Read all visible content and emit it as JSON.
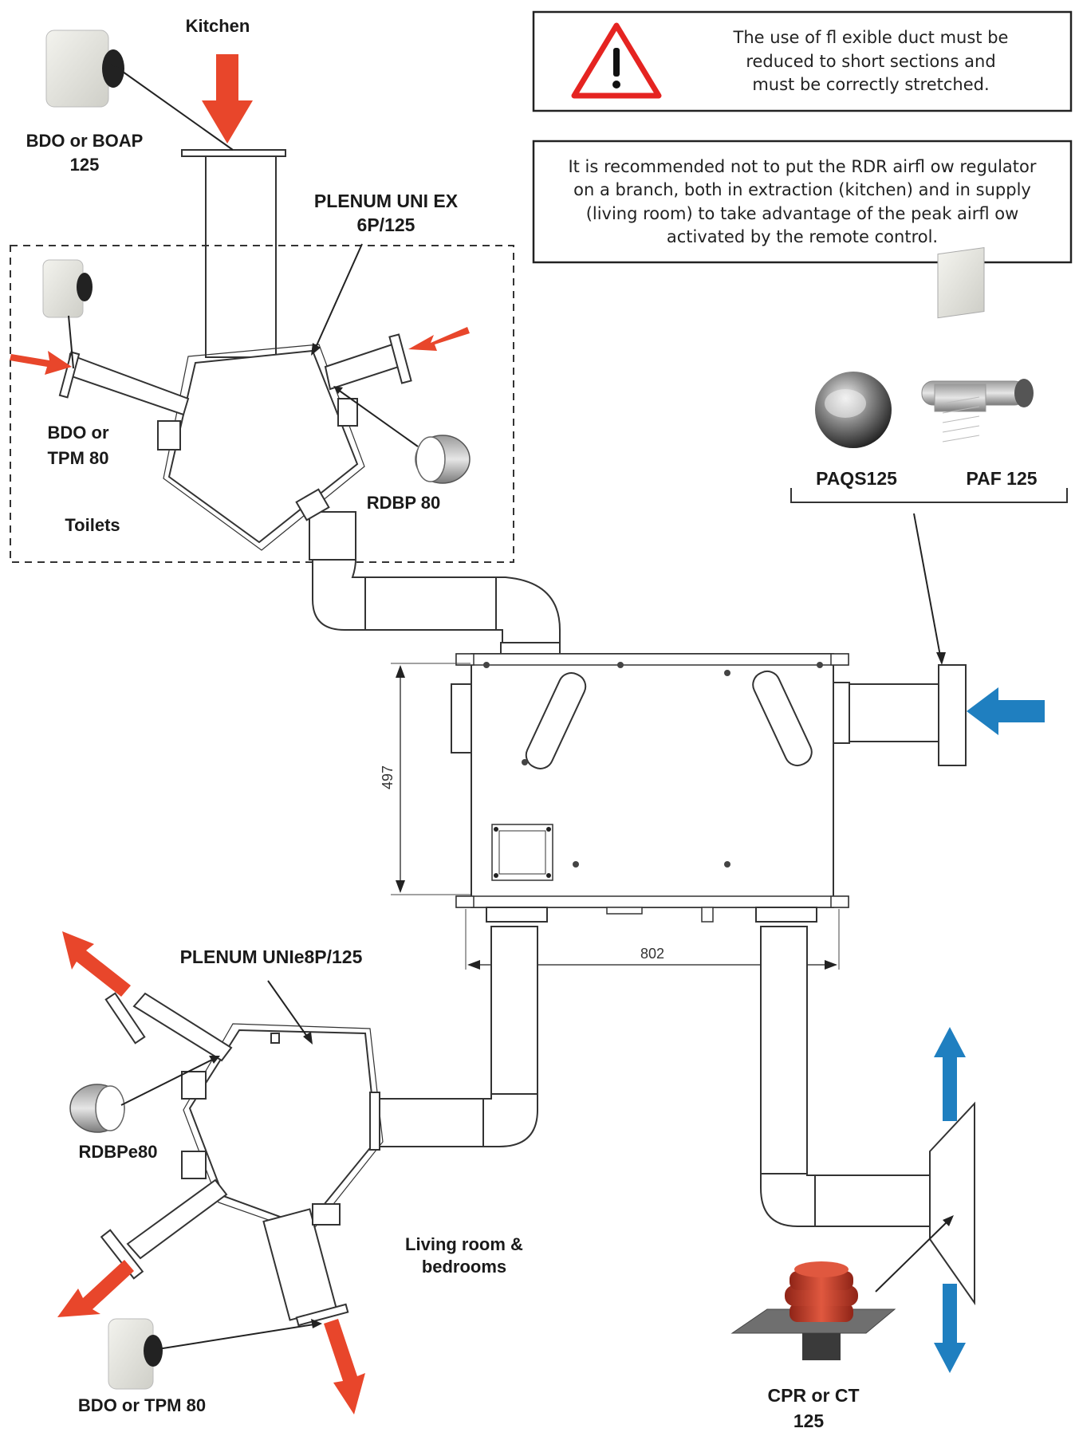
{
  "labels": {
    "kitchen": "Kitchen",
    "bdo_boap_line1": "BDO or BOAP",
    "bdo_boap_line2": "125",
    "plenum_ex_line1": "PLENUM UNI EX",
    "plenum_ex_line2": "6P/125",
    "bdo_tpm_top_line1": "BDO or",
    "bdo_tpm_top_line2": "TPM 80",
    "rdbp_top": "RDBP 80",
    "toilets": "Toilets",
    "paqs": "PAQS125",
    "paf": "PAF 125",
    "plenum_supply": "PLENUM UNIe8P/125",
    "rdbp_bottom": "RDBPe80",
    "living_line1": "Living room &",
    "living_line2": "bedrooms",
    "bdo_tpm_bottom": "BDO or TPM 80",
    "cpr_line1": "CPR or CT",
    "cpr_line2": "125"
  },
  "dimensions": {
    "height": "497",
    "width": "802"
  },
  "notes": {
    "flexible": [
      "The use of fl exible duct must be",
      "reduced to short sections and",
      "must be correctly stretched."
    ],
    "rdr": [
      "It is recommended not to put the RDR airfl ow regulator",
      "on a branch, both in extraction (kitchen) and in supply",
      "(living room) to take advantage of the peak airfl ow",
      "activated by the remote control."
    ]
  },
  "icons": {
    "warning": "warning-triangle-icon"
  },
  "colors": {
    "extract_arrow": "#e8462b",
    "supply_arrow": "#1f7fc0",
    "line": "#333333",
    "warning_red": "#e52421",
    "grille": "#e6e6e0",
    "cap_red": "#cc3b2a"
  }
}
